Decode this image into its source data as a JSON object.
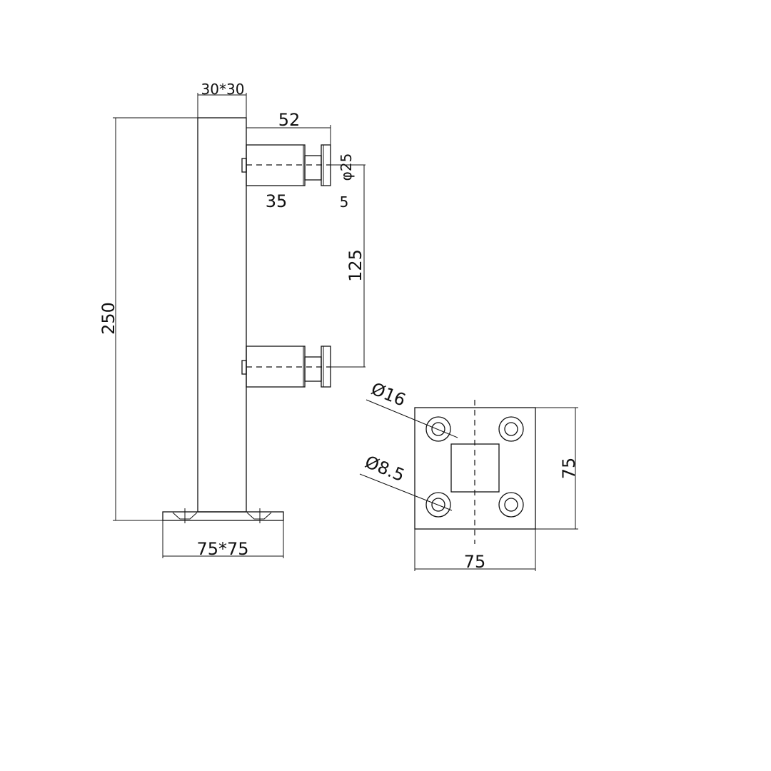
{
  "side_view": {
    "post_size": "30*30",
    "standoff_length": "52",
    "barrel_length": "35",
    "disc_diameter": "φ25",
    "disc_thickness": "5",
    "standoff_spacing": "125",
    "height": "250",
    "base_size": "75*75"
  },
  "plate_view": {
    "outer_hole": "Ø16",
    "inner_hole": "Ø8.5",
    "width": "75",
    "height": "75"
  },
  "colors": {
    "line": "#111111",
    "background": "#ffffff"
  }
}
